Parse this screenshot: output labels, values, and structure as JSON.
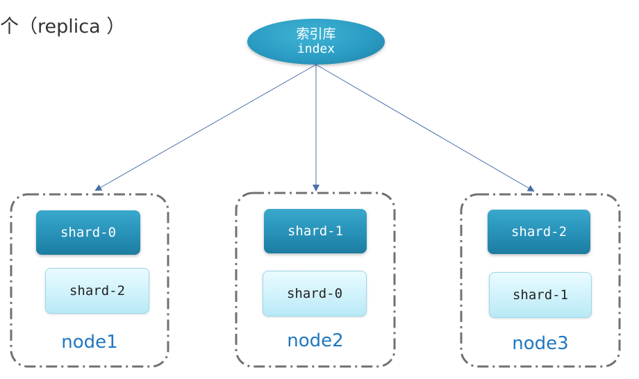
{
  "heading": "个（replica ）",
  "index": {
    "line1": "索引库",
    "line2": "index"
  },
  "nodes": [
    {
      "name": "node1",
      "primary": "shard-0",
      "replica": "shard-2"
    },
    {
      "name": "node2",
      "primary": "shard-1",
      "replica": "shard-0"
    },
    {
      "name": "node3",
      "primary": "shard-2",
      "replica": "shard-1"
    }
  ],
  "colors": {
    "primary": "#2791b8",
    "replica": "#cdf1fb",
    "node_label": "#1f77c0",
    "edge": "#4a6fa8",
    "border": "#707070"
  }
}
